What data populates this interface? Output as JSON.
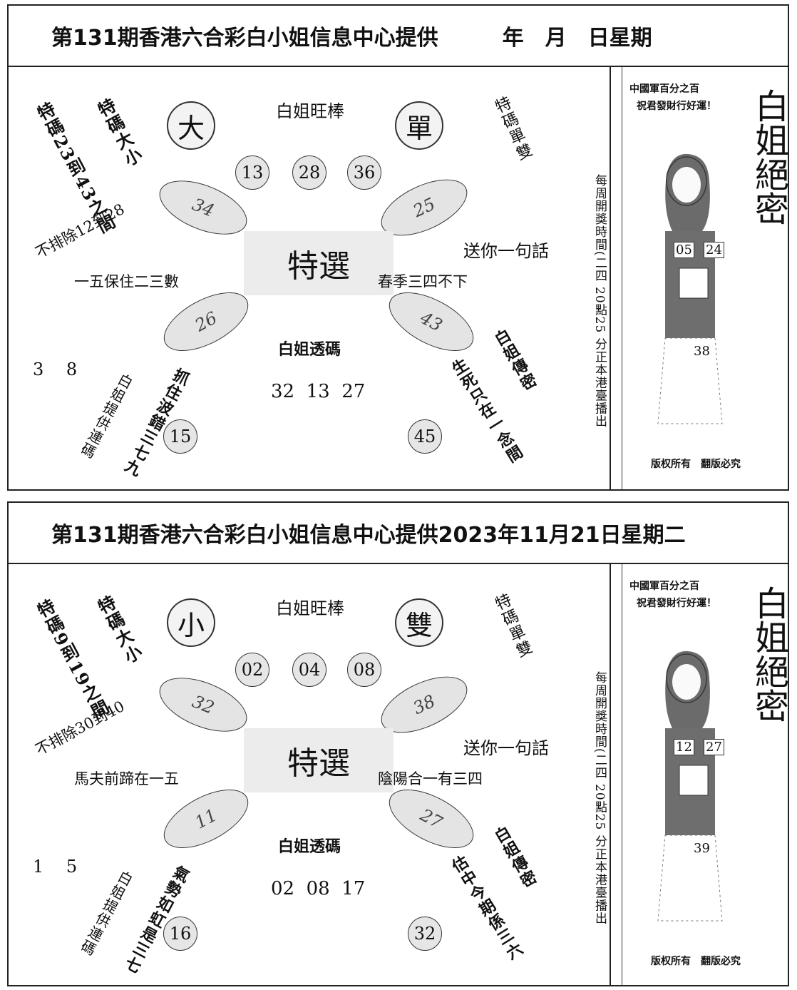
{
  "panels": [
    {
      "header": {
        "text": "第131期香港六合彩白小姐信息中心提供　　　年　月　日星期"
      },
      "circle_left": "大",
      "circle_right": "單",
      "top_caption": "白姐旺棒",
      "balls_top": [
        "13",
        "28",
        "36"
      ],
      "oval_tl": "34",
      "oval_tr": "25",
      "oval_bl": "26",
      "oval_br": "43",
      "vert_left_1": "特碼23到43之間",
      "vert_left_2": "特碼大小",
      "vert_right_1": "特碼單雙",
      "exclude": "不排除12到28",
      "center": "特選",
      "send_phrase": "送你一句話",
      "left_phrase": "一五保住二三數",
      "right_phrase": "春季三四不下",
      "leak_title": "白姐透碼",
      "leak_numbers": "32  13  27",
      "left_digits": "3　 8",
      "vert_left_bottom_1": "白姐提供連碼",
      "vert_left_bottom_2": "抓住波錯三七九",
      "vert_right_bottom_1": "白姐傳密",
      "vert_right_bottom_2": "生死只在一念間",
      "ball_bl": "15",
      "ball_br": "45",
      "side_vert": "每周開獎時間(二四 20點25 分正本港臺播出",
      "ad_slogan_1": "中國軍百分之百",
      "ad_slogan_2": "祝君發財行好運！",
      "ad_title": "白姐絕密",
      "ad_num_1": "05",
      "ad_num_2": "24",
      "ad_num_3": "38",
      "ad_footer": "版权所有　翻版必究"
    },
    {
      "header": {
        "text": "第131期香港六合彩白小姐信息中心提供2023年11月21日星期二"
      },
      "circle_left": "小",
      "circle_right": "雙",
      "top_caption": "白姐旺棒",
      "balls_top": [
        "02",
        "04",
        "08"
      ],
      "oval_tl": "32",
      "oval_tr": "38",
      "oval_bl": "11",
      "oval_br": "27",
      "vert_left_1": "特碼9到19之間",
      "vert_left_2": "特碼大小",
      "vert_right_1": "特碼單雙",
      "exclude": "不排除30到40",
      "center": "特選",
      "send_phrase": "送你一句話",
      "left_phrase": "馬夫前蹄在一五",
      "right_phrase": "陰陽合一有三四",
      "leak_title": "白姐透碼",
      "leak_numbers": "02  08  17",
      "left_digits": "1　 5",
      "vert_left_bottom_1": "白姐提供連碼",
      "vert_left_bottom_2": "氣勢如虹是三七",
      "vert_right_bottom_1": "白姐傳密",
      "vert_right_bottom_2": "估中今期係三六",
      "ball_bl": "16",
      "ball_br": "32",
      "side_vert": "每周開獎時間(二四 20點25 分正本港臺播出",
      "ad_slogan_1": "中國軍百分之百",
      "ad_slogan_2": "祝君發財行好運！",
      "ad_title": "白姐絕密",
      "ad_num_1": "12",
      "ad_num_2": "27",
      "ad_num_3": "39",
      "ad_footer": "版权所有　翻版必究"
    }
  ]
}
